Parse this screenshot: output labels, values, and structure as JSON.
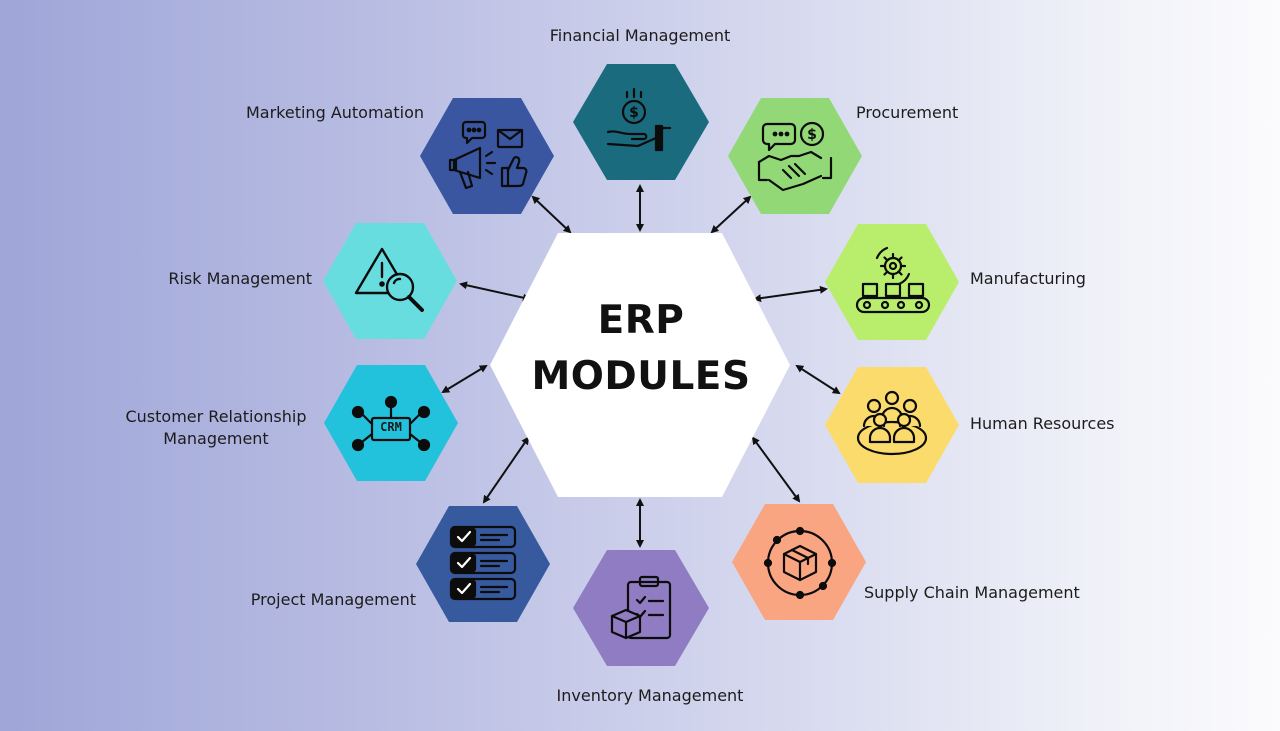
{
  "center": {
    "line1": "ERP",
    "line2": "MODULES"
  },
  "modules": {
    "financial": "Financial Management",
    "procurement": "Procurement",
    "manufacturing": "Manufacturing",
    "human_resources": "Human Resources",
    "supply_chain": "Supply Chain Management",
    "inventory": "Inventory Management",
    "project": "Project Management",
    "crm_line1": "Customer Relationship",
    "crm_line2": "Management",
    "risk": "Risk Management",
    "marketing": "Marketing Automation"
  },
  "icon_texts": {
    "crm": "CRM"
  },
  "colors": {
    "financial": "#1b6b7e",
    "procurement": "#93d876",
    "manufacturing": "#b8ee6c",
    "human_resources": "#fadb6b",
    "supply_chain": "#f9a582",
    "inventory": "#8f7cc2",
    "project": "#37599e",
    "crm": "#22c1dc",
    "risk": "#68dde0",
    "marketing": "#3a56a0",
    "center": "#ffffff"
  }
}
